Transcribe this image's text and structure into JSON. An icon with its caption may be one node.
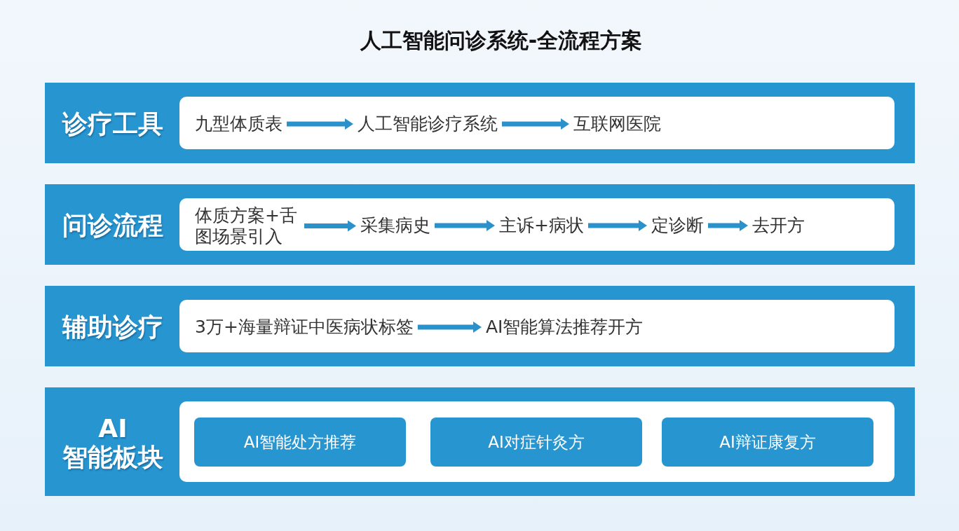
{
  "diagram": {
    "title": "人工智能问诊系统-全流程方案",
    "nodes": [
      {
        "text": [
          "诊疗工具"
        ]
      },
      {
        "text": [
          "九型体质表"
        ],
        "in": 0
      },
      {
        "text": [
          "人工智能诊疗系统"
        ],
        "in": 0
      },
      {
        "text": [
          "互联网医院"
        ],
        "in": 0
      },
      {
        "text": [
          "问诊流程"
        ]
      },
      {
        "text": [
          "体质方案+舌图场景引入"
        ],
        "in": 4
      },
      {
        "text": [
          "采集病史"
        ],
        "in": 4
      },
      {
        "text": [
          "主诉+病状"
        ],
        "in": 4
      },
      {
        "text": [
          "定诊断"
        ],
        "in": 4
      },
      {
        "text": [
          "去开方"
        ],
        "in": 4
      },
      {
        "text": [
          "辅助诊疗"
        ]
      },
      {
        "text": [
          "3万+海量辩证中医病状标签"
        ],
        "in": 10
      },
      {
        "text": [
          "AI智能算法推荐开方"
        ],
        "in": 10
      },
      {
        "text": [
          "AI 智能板块"
        ]
      },
      {
        "text": [
          "AI智能处方推荐"
        ],
        "in": 13
      },
      {
        "text": [
          "AI对症针灸方"
        ],
        "in": 13
      },
      {
        "text": [
          "AI辩证康复方"
        ],
        "in": 13
      }
    ],
    "edges": [
      {
        "from": 1,
        "to": 2,
        "arrow": "to"
      },
      {
        "from": 2,
        "to": 3,
        "arrow": "to"
      },
      {
        "from": 5,
        "to": 6,
        "arrow": "to"
      },
      {
        "from": 6,
        "to": 7,
        "arrow": "to"
      },
      {
        "from": 7,
        "to": 8,
        "arrow": "to"
      },
      {
        "from": 8,
        "to": 9,
        "arrow": "to"
      },
      {
        "from": 11,
        "to": 12,
        "arrow": "to"
      }
    ]
  }
}
